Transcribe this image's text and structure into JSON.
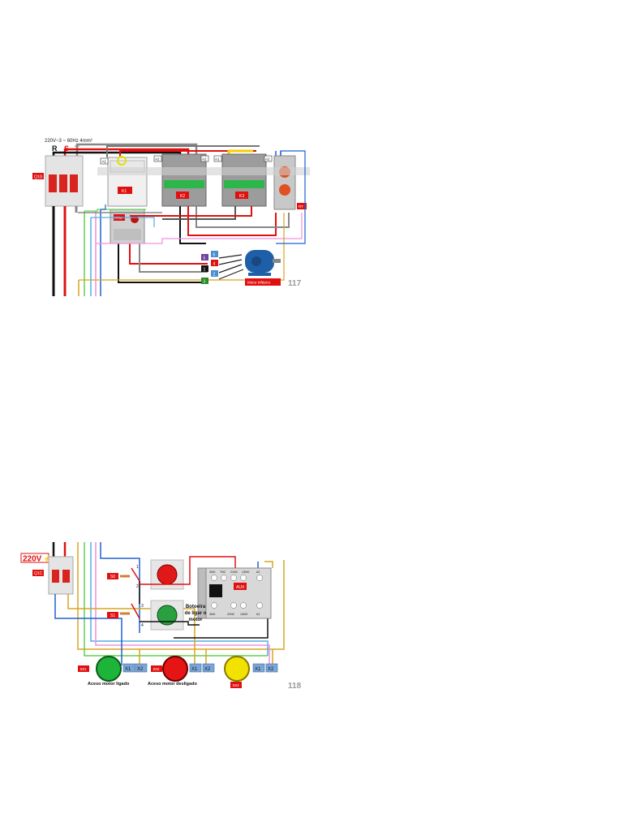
{
  "figure1": {
    "supply": "220V~3 ~ 60Hz 4mm²",
    "phases": [
      "R",
      "S",
      "T"
    ],
    "breaker": "Q1G",
    "contactors": [
      "K1",
      "K2",
      "K3"
    ],
    "overload": "RTM",
    "timer": "RT",
    "terminals": [
      "A1",
      "A2"
    ],
    "motor_terminals": [
      "5",
      "6",
      "4",
      "1",
      "2",
      "3"
    ],
    "motor_label": "Motor trifásico",
    "page_number": "117",
    "colors": {
      "red_label": "#e01010",
      "phase_r": "#111111",
      "phase_s": "#e01010",
      "phase_t": "#7a7a7a"
    }
  },
  "figure2": {
    "voltage": "220V",
    "breaker": "Q1C",
    "button_off": "S0",
    "button_on": "S1",
    "contact_labels": [
      "1",
      "2",
      "3",
      "4"
    ],
    "aux_block": "AUX",
    "aux_top_contacts": [
      "3NO",
      "7NC",
      "21NC",
      "13NO",
      "A2"
    ],
    "aux_bottom_contacts": [
      "4NO",
      "22NC",
      "14NO",
      "A1"
    ],
    "button_caption": "Botoeira de ligar o motor",
    "lamps": [
      {
        "tag": "S01",
        "color": "#1db43a",
        "caption": "Aceso motor ligado"
      },
      {
        "tag": "S02",
        "color": "#e61414",
        "caption": "Aceso motor desligado"
      },
      {
        "tag": "S03",
        "color": "#f2e200",
        "caption": ""
      }
    ],
    "lamp_terminals": [
      "X1",
      "X2"
    ],
    "page_number": "118"
  }
}
